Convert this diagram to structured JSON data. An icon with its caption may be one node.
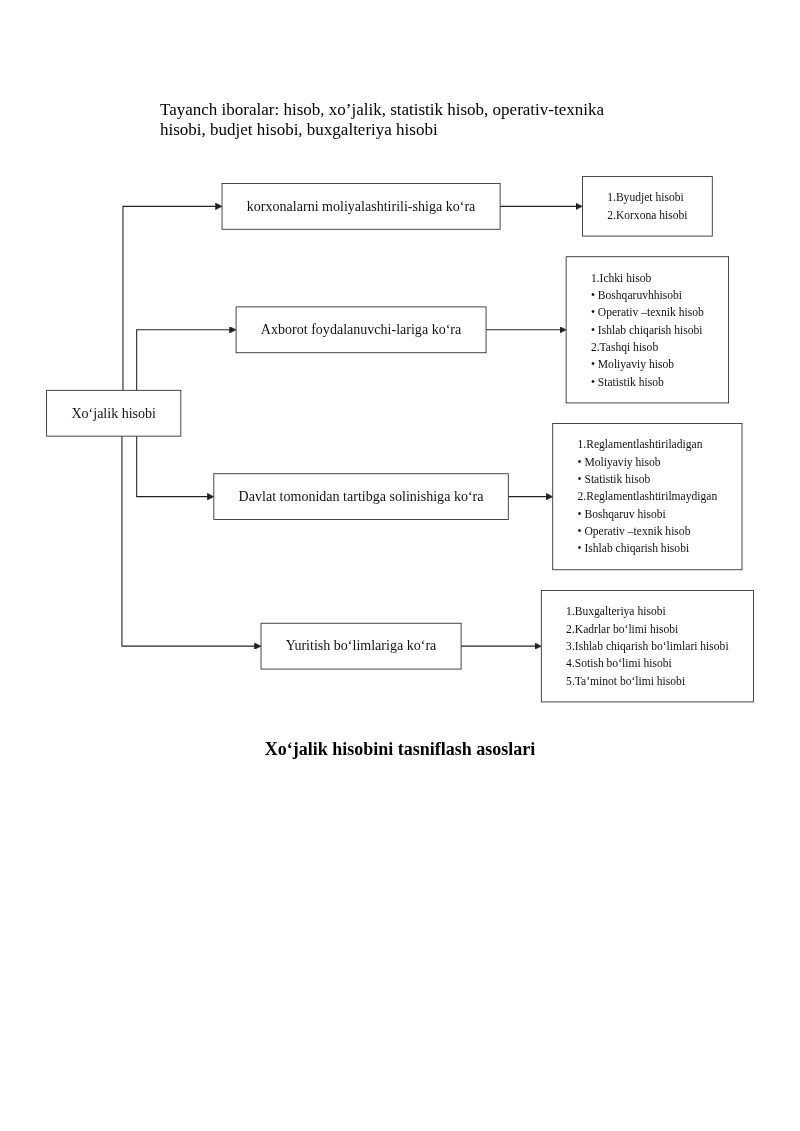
{
  "diagram": {
    "caption": "Xo‘jalik hisobini tasniflash asoslari",
    "nodes": [
      {
        "text": [
          "Xo‘jalik hisobi"
        ]
      },
      {
        "text": [
          "korxonalarni moliyalashtirili-shiga ko‘ra"
        ]
      },
      {
        "text": [
          "1.Byudjet hisobi",
          "2.Korxona hisobi"
        ]
      },
      {
        "text": [
          "Axborot foydalanuvchi-lariga ko‘ra"
        ]
      },
      {
        "text": [
          "1.Ichki hisob",
          "• Boshqaruvhhisobi",
          "• Operativ –texnik hisob",
          "• Ishlab chiqarish hisobi",
          "2.Tashqi hisob",
          "• Moliyaviy hisob",
          "• Statistik hisob"
        ]
      },
      {
        "text": [
          "Davlat tomonidan tartibga solinishiga ko‘ra"
        ]
      },
      {
        "text": [
          "1.Reglamentlashtiriladigan",
          "• Moliyaviy hisob",
          "• Statistik hisob",
          "2.Reglamentlashtirilmaydigan",
          "• Boshqaruv hisobi",
          "• Operativ –texnik hisob",
          "• Ishlab chiqarish hisobi"
        ]
      },
      {
        "text": [
          "Yuritish bo‘limlariga ko‘ra"
        ]
      },
      {
        "text": [
          "1.Buxgalteriya  hisobi",
          "2.Kadrlar bo‘limi hisobi",
          "3.Ishlab chiqarish bo‘limlari hisobi",
          "4.Sotish bo‘limi hisobi",
          "5.Ta’minot bo‘limi hisobi"
        ]
      }
    ],
    "edges": [
      {
        "from": 0,
        "to": 1,
        "arrow": "to"
      },
      {
        "from": 0,
        "to": 3,
        "arrow": "to"
      },
      {
        "from": 0,
        "to": 5,
        "arrow": "to"
      },
      {
        "from": 0,
        "to": 7,
        "arrow": "to"
      },
      {
        "from": 1,
        "to": 2,
        "arrow": "to"
      },
      {
        "from": 3,
        "to": 4,
        "arrow": "to"
      },
      {
        "from": 5,
        "to": 6,
        "arrow": "to"
      },
      {
        "from": 7,
        "to": 8,
        "arrow": "to"
      }
    ],
    "labels": [
      "Tayanch iboralar: hisob, xo’jalik, statistik hisob, operativ-texnika hisobi, budjet hisobi,  buxgalteriya hisobi"
    ]
  }
}
